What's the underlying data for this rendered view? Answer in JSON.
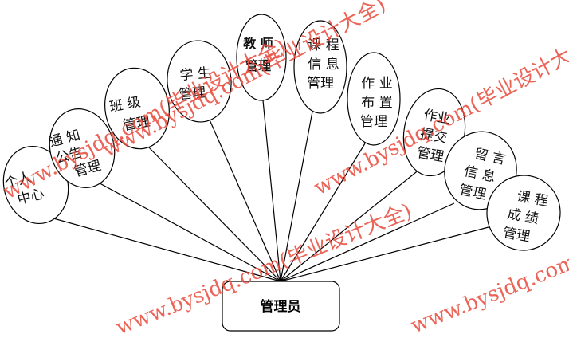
{
  "root": {
    "label": "管理员"
  },
  "nodes": [
    {
      "id": "personal-center",
      "lines": [
        "个人",
        "中心"
      ]
    },
    {
      "id": "notice-management",
      "lines": [
        "通 知",
        "公告",
        "管理"
      ]
    },
    {
      "id": "class-management",
      "lines": [
        "班 级",
        "管理"
      ]
    },
    {
      "id": "student-management",
      "lines": [
        "学 生",
        "管理"
      ]
    },
    {
      "id": "teacher-management",
      "lines": [
        "教 师",
        "管理"
      ]
    },
    {
      "id": "course-info-management",
      "lines": [
        "课 程",
        "信 息",
        "管理"
      ]
    },
    {
      "id": "homework-assign-management",
      "lines": [
        "作 业",
        "布 置",
        "管理"
      ]
    },
    {
      "id": "homework-submit-management",
      "lines": [
        "作业",
        "提交",
        "管理"
      ]
    },
    {
      "id": "message-info-management",
      "lines": [
        "留 言",
        "信 息",
        "管理"
      ]
    },
    {
      "id": "course-score-management",
      "lines": [
        "课 程",
        "成 绩",
        "管理"
      ]
    }
  ],
  "watermarks": [
    "www.bysjdq.com(毕业设计大全)",
    "www.bysjdq.com(毕业设计大全)",
    "www.bysjdq.com(毕业设计大全)",
    "www.bysjdq.com(毕业设计大全)",
    "www.bysjdq.com(毕业设计大全)"
  ],
  "colors": {
    "stroke": "#000000",
    "watermark": "#e84a3c",
    "background": "#ffffff"
  }
}
